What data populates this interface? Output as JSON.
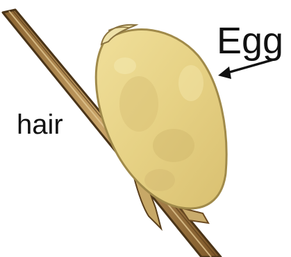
{
  "diagram": {
    "labels": {
      "egg": "Egg",
      "hair": "hair"
    },
    "parts": {
      "hair_shaft": "hair-shaft",
      "egg": "nit-egg",
      "egg_cap": "egg-operculum",
      "arrow": "egg-pointer-arrow"
    },
    "colors": {
      "egg_fill": "#e8d48c",
      "egg_outline": "#a08a4a",
      "hair_fill": "#b8935a",
      "hair_outline": "#4a3418",
      "text": "#111111"
    }
  }
}
